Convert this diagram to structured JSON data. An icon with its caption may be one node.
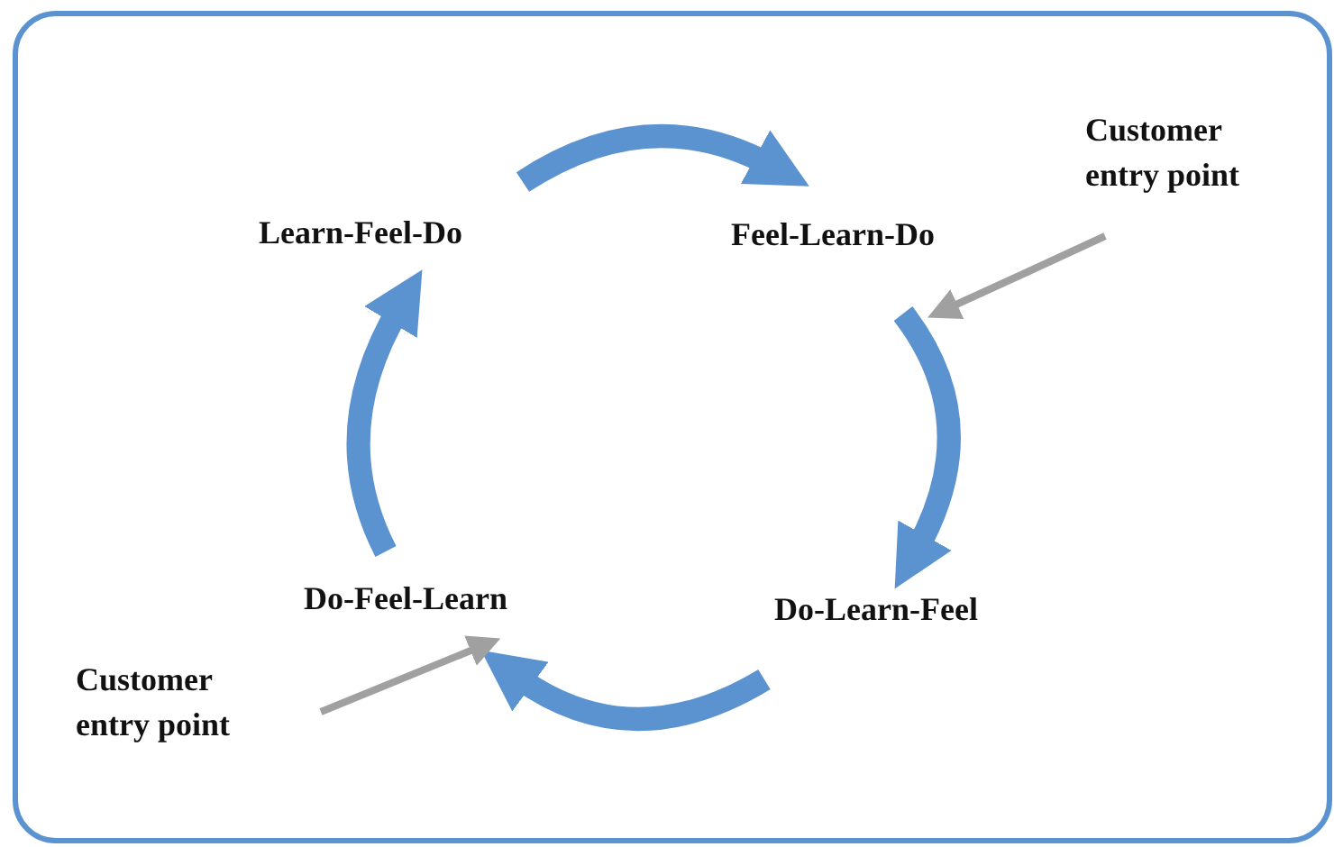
{
  "diagram": {
    "nodes": [
      {
        "text": [
          "Learn-Feel-Do"
        ]
      },
      {
        "text": [
          "Feel-Learn-Do"
        ]
      },
      {
        "text": [
          "Do-Learn-Feel"
        ]
      },
      {
        "text": [
          "Do-Feel-Learn"
        ]
      },
      {
        "text": [
          "Customer entry point"
        ]
      },
      {
        "text": [
          "Customer entry point"
        ]
      }
    ],
    "edges": [
      {
        "from": 0,
        "to": 1,
        "arrow": "to"
      },
      {
        "from": 1,
        "to": 2,
        "arrow": "to"
      },
      {
        "from": 2,
        "to": 3,
        "arrow": "to"
      },
      {
        "from": 3,
        "to": 0,
        "arrow": "to"
      },
      {
        "from": 4,
        "to": 1,
        "arrow": "to",
        "color": "#a0a0a0"
      },
      {
        "from": 5,
        "to": 3,
        "arrow": "to",
        "color": "#a0a0a0"
      }
    ]
  }
}
